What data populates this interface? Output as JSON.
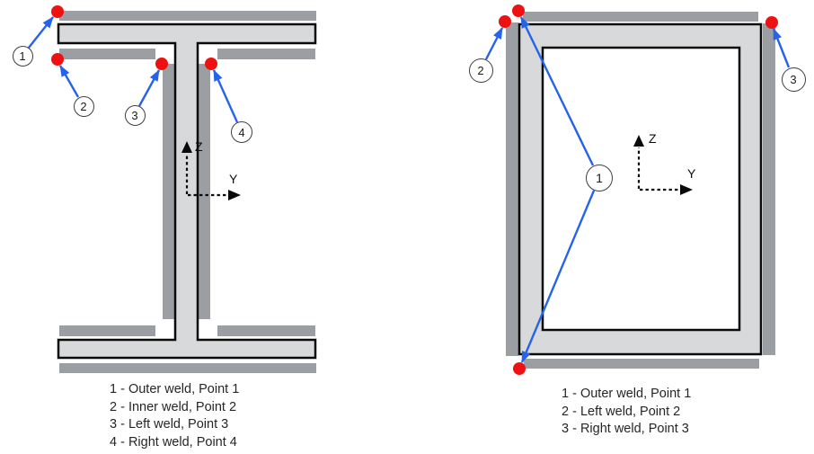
{
  "colors": {
    "weld_strip": "#9b9fa3",
    "steel": "#d8d9db",
    "outline": "#0a0a0a",
    "weld_point": "#ee1111",
    "arrow": "#2563eb",
    "text": "#262626"
  },
  "left_figure": {
    "type": "ibeam-weld-diagram",
    "callouts": [
      {
        "label": "1"
      },
      {
        "label": "2"
      },
      {
        "label": "3"
      },
      {
        "label": "4"
      }
    ],
    "axis": {
      "z_label": "Z",
      "y_label": "Y"
    },
    "legend": [
      "1 - Outer weld, Point 1",
      "2 - Inner weld, Point 2",
      "3 - Left weld, Point 3",
      "4 - Right weld, Point 4"
    ]
  },
  "right_figure": {
    "type": "box-section-weld-diagram",
    "callouts": [
      {
        "label": "1"
      },
      {
        "label": "2"
      },
      {
        "label": "3"
      }
    ],
    "axis": {
      "z_label": "Z",
      "y_label": "Y"
    },
    "legend": [
      "1 - Outer weld, Point 1",
      "2 - Left weld, Point 2",
      "3 - Right weld, Point 3"
    ]
  }
}
